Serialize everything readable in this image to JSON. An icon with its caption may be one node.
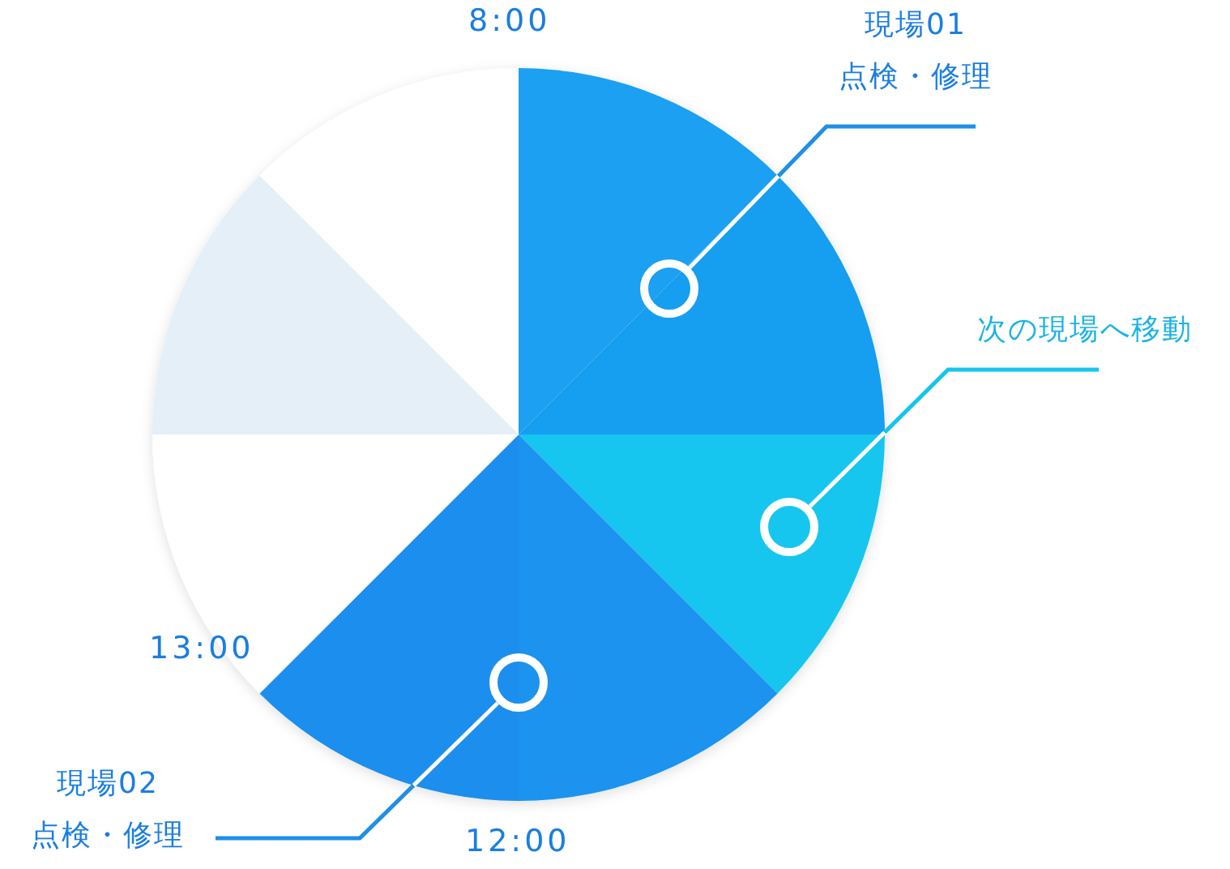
{
  "diagram": {
    "nodes": [
      {
        "text": [
          "現場01",
          "点検・修理"
        ]
      },
      {
        "text": [
          "次の現場へ移動"
        ]
      },
      {
        "text": [
          "現場02",
          "点検・修理"
        ]
      },
      {
        "text": [],
        "shape": "circle"
      },
      {
        "text": [],
        "shape": "circle"
      },
      {
        "text": [],
        "shape": "circle"
      }
    ],
    "edges": [
      {
        "from": 0,
        "to": 3,
        "arrow": "none"
      },
      {
        "from": 1,
        "to": 4,
        "arrow": "none",
        "color": "#16c5ee"
      },
      {
        "from": 2,
        "to": 5,
        "arrow": "none"
      }
    ],
    "labels": [
      "8:00",
      "13:00",
      "12:00"
    ]
  }
}
